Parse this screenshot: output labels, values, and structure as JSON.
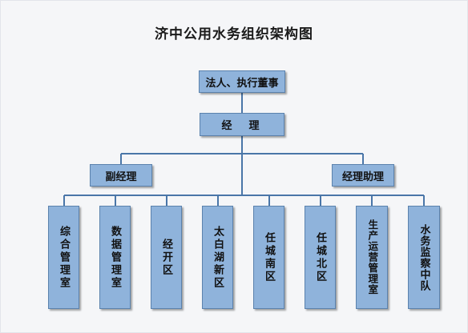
{
  "title": "济中公用水务组织架构图",
  "colors": {
    "box_fill": "#8fb3db",
    "box_border": "#5b82ad",
    "connector": "#4a76a8",
    "background": "#f5f6f8"
  },
  "nodes": {
    "legal_rep": "法人、执行董事",
    "manager": "经  理",
    "deputy_manager": "副经理",
    "assistant_manager": "经理助理",
    "departments": [
      "综合管理室",
      "数据管理室",
      "经开区",
      "太白湖新区",
      "任城南区",
      "任城北区",
      "生产运营管理室",
      "水务监察中队"
    ]
  }
}
